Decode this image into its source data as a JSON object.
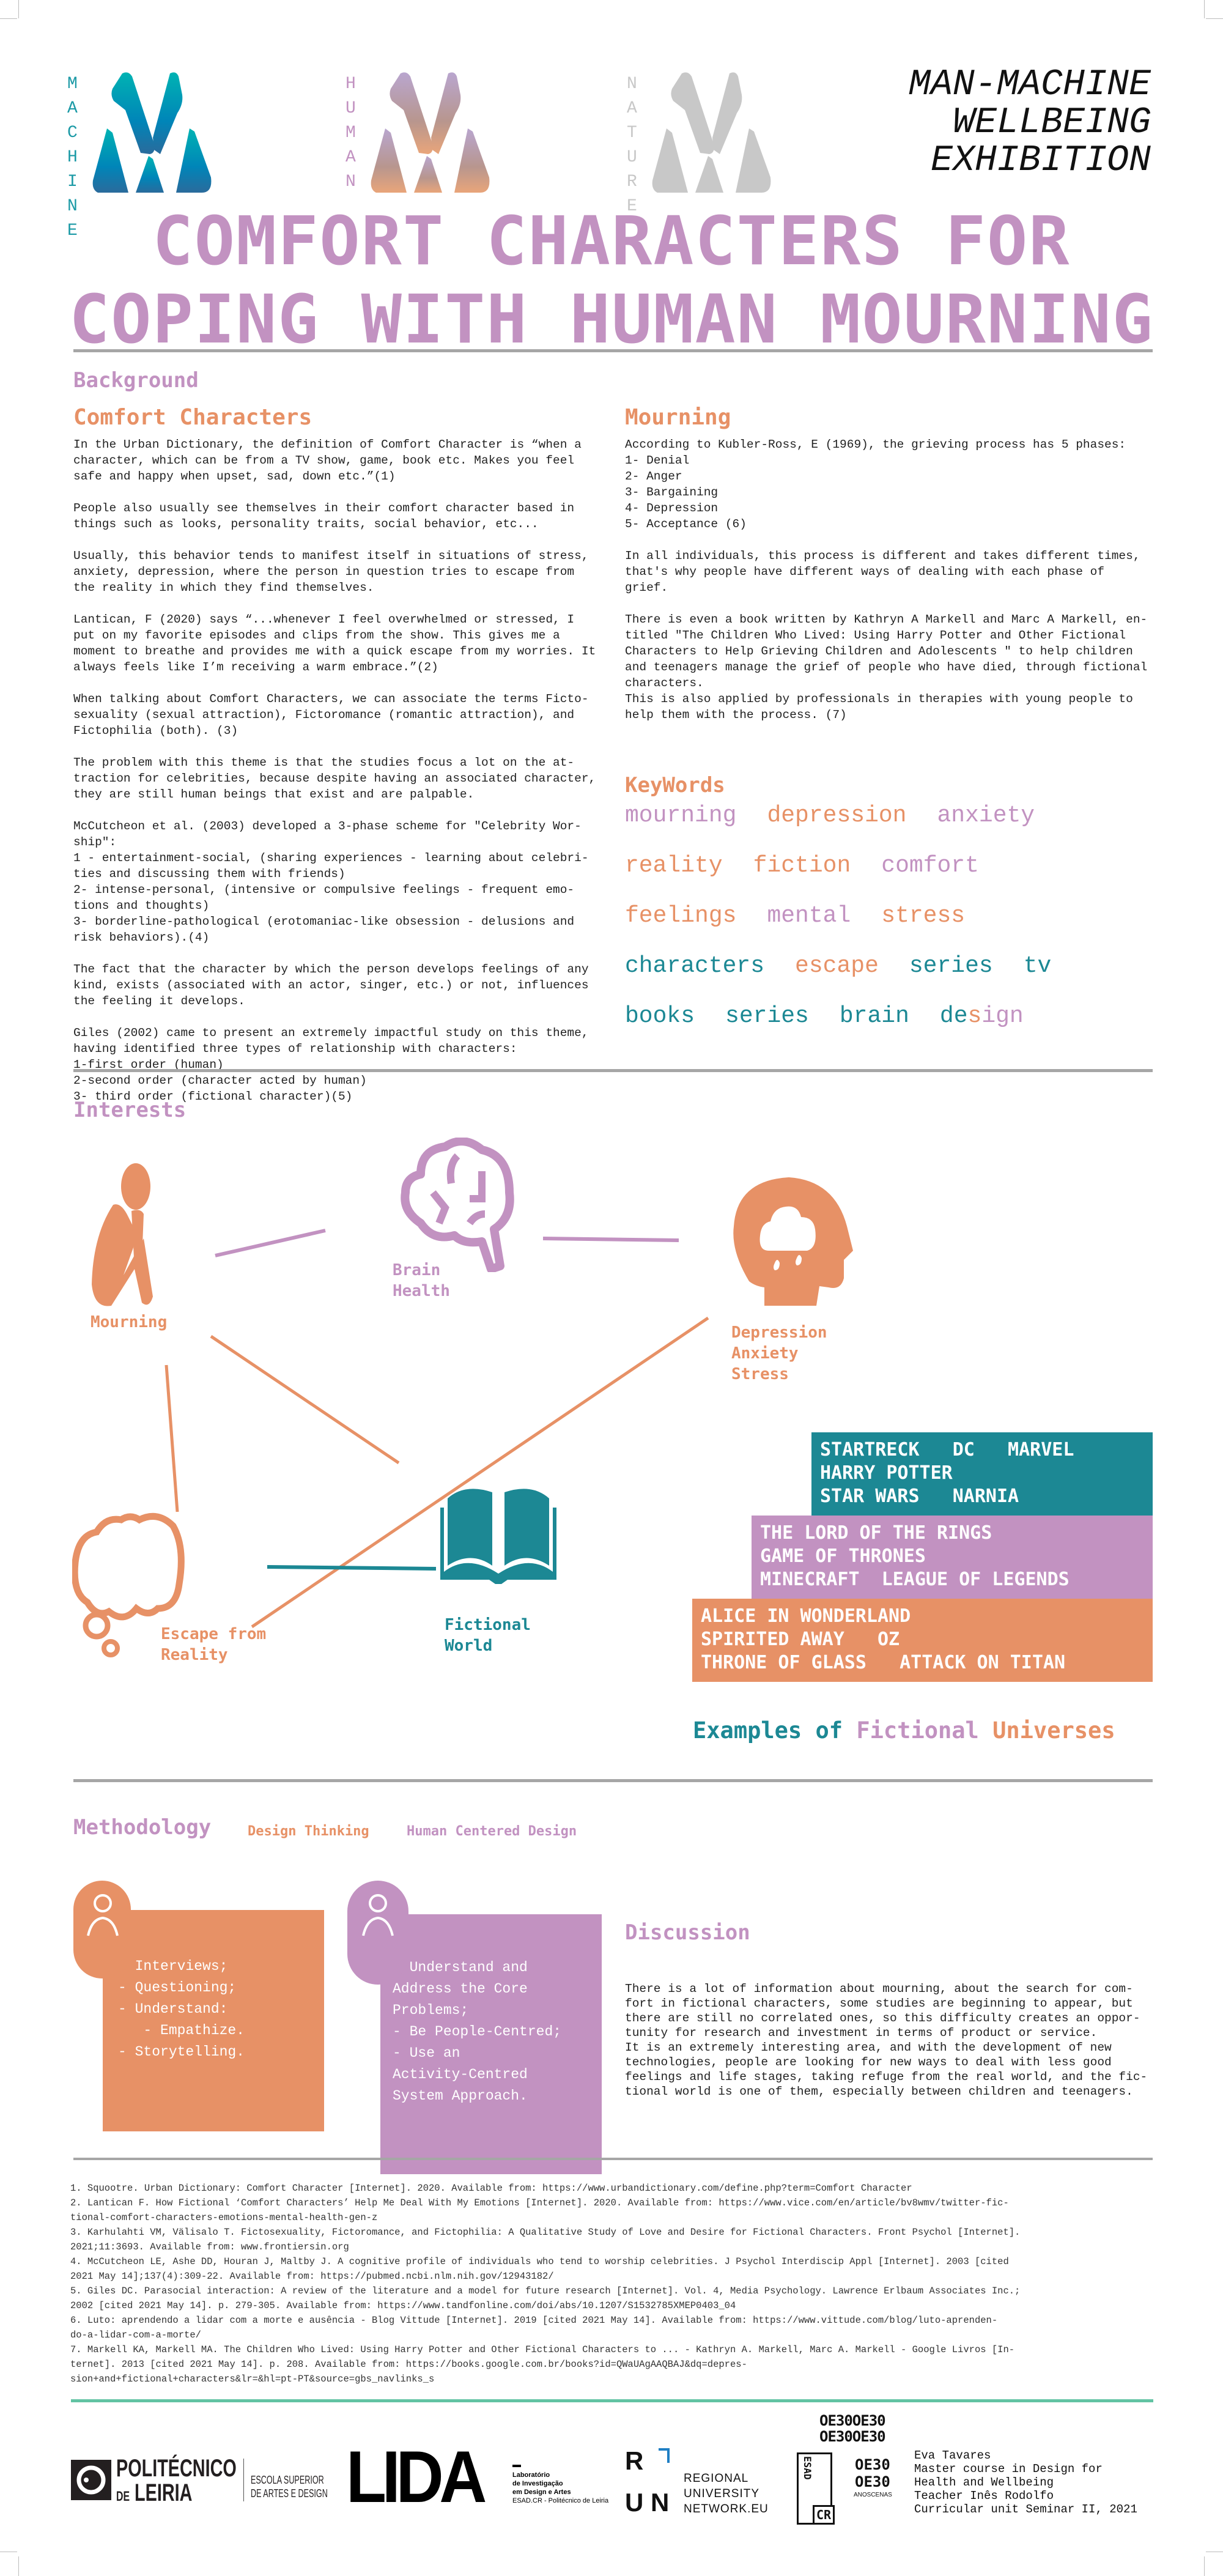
{
  "header": {
    "logos": [
      {
        "label": "MACHINE",
        "letters": [
          "M",
          "A",
          "C",
          "H",
          "I",
          "N",
          "E"
        ],
        "color": "#1c9aa6"
      },
      {
        "label": "HUMAN",
        "letters": [
          "H",
          "U",
          "M",
          "A",
          "N"
        ],
        "color": "#c292c1"
      },
      {
        "label": "NATURE",
        "letters": [
          "N",
          "A",
          "T",
          "U",
          "R",
          "E"
        ],
        "color": "#c8c8c8"
      }
    ],
    "exhibition_title": [
      "MAN-MACHINE",
      "WELLBEING",
      "EXHIBITION"
    ],
    "main_title": [
      "COMFORT CHARACTERS FOR",
      "COPING WITH HUMAN MOURNING"
    ]
  },
  "colors": {
    "purple": "#c292c1",
    "orange": "#e79166",
    "teal": "#1c8894",
    "divider": "#a6a6a6",
    "footer_line": "#62c3a3"
  },
  "background": {
    "heading": "Background",
    "comfort_characters": {
      "heading": "Comfort Characters",
      "paragraphs": [
        "In the Urban Dictionary, the definition of Comfort Character is “when a\ncharacter, which can be from a TV show, game, book etc. Makes you feel\nsafe and happy when upset, sad, down etc.”(1)",
        "People also usually see themselves in their comfort character based in\nthings such as looks, personality traits, social behavior, etc...",
        "Usually, this behavior tends to manifest itself in situations of stress,\nanxiety, depression, where the person in question tries to escape from\nthe reality in which they find themselves.",
        "Lantican, F (2020) says “...whenever I feel overwhelmed or stressed, I\nput on my favorite episodes and clips from the show. This gives me a\nmoment to breathe and provides me with a quick escape from my worries. It\nalways feels like I’m receiving a warm embrace.”(2)",
        "When talking about Comfort Characters, we can associate the terms Ficto-\nsexuality (sexual attraction), Fictoromance (romantic attraction), and\nFictophilia (both). (3)",
        "The problem with this theme is that the studies focus a lot on the at-\ntraction for celebrities, because despite having an associated character,\nthey are still human beings that exist and are palpable.",
        "McCutcheon et al. (2003) developed a 3-phase scheme for \"Celebrity Wor-\nship\":\n1 - entertainment-social, (sharing experiences - learning about celebri-\nties and discussing them with friends)\n2- intense-personal, (intensive or compulsive feelings - frequent emo-\ntions and thoughts)\n3- borderline-pathological (erotomaniac-like obsession - delusions and\nrisk behaviors).(4)",
        "The fact that the character by which the person develops feelings of any\nkind, exists (associated with an actor, singer, etc.) or not, influences\nthe feeling it develops.",
        "Giles (2002) came to present an extremely impactful study on this theme,\nhaving identified three types of relationship with characters:\n1-first order (human)\n2-second order (character acted by human)\n3- third order (fictional character)(5)"
      ]
    },
    "mourning": {
      "heading": "Mourning",
      "paragraphs": [
        "According to Kubler-Ross, E (1969), the grieving process has 5 phases:\n1- Denial\n2- Anger\n3- Bargaining\n4- Depression\n5- Acceptance (6)",
        "In all individuals, this process is different and takes different times,\nthat's why people have different ways of dealing with each phase of\ngrief.",
        "There is even a book written by Kathryn A Markell and Marc A Markell, en-\ntitled \"The Children Who Lived: Using Harry Potter and Other Fictional\nCharacters to Help Grieving Children and Adolescents \" to help children\nand teenagers manage the grief of people who have died, through fictional\ncharacters.\nThis is also applied by professionals in therapies with young people to\nhelp them with the process. (7)"
      ]
    },
    "keywords": {
      "heading": "KeyWords",
      "rows": [
        [
          {
            "text": "mourning",
            "color": "purple"
          },
          {
            "text": "depression",
            "color": "orange"
          },
          {
            "text": "anxiety",
            "color": "purple"
          }
        ],
        [
          {
            "text": "reality",
            "color": "orange"
          },
          {
            "text": "fiction",
            "color": "orange"
          },
          {
            "text": "comfort",
            "color": "purple"
          }
        ],
        [
          {
            "text": "feelings",
            "color": "orange"
          },
          {
            "text": "mental",
            "color": "purple"
          },
          {
            "text": "stress",
            "color": "orange"
          }
        ],
        [
          {
            "text": "characters",
            "color": "teal"
          },
          {
            "text": "escape",
            "color": "orange"
          },
          {
            "text": "series",
            "color": "teal"
          },
          {
            "text": "tv",
            "color": "teal"
          }
        ],
        [
          {
            "text": "books",
            "color": "teal"
          },
          {
            "text": "series",
            "color": "teal"
          },
          {
            "text": "brain",
            "color": "teal"
          }
        ]
      ],
      "design_word": {
        "de": "de",
        "s": "s",
        "ign": "ign"
      }
    }
  },
  "interests": {
    "heading": "Interests",
    "nodes": {
      "mourning": {
        "label": "Mourning",
        "icon": "sitting-person-icon"
      },
      "brain": {
        "label": "Brain\nHealth",
        "icon": "brain-icon"
      },
      "depression": {
        "label": "Depression\nAnxiety\nStress",
        "icon": "head-raincloud-icon"
      },
      "escape": {
        "label": "Escape from\nReality",
        "icon": "thought-cloud-icon"
      },
      "fictional": {
        "label": "Fictional\nWorld",
        "icon": "open-book-icon"
      }
    }
  },
  "universes": {
    "boxes": [
      {
        "lines": "STARTRECK   DC   MARVEL\nHARRY POTTER\nSTAR WARS   NARNIA",
        "color": "#1c8894"
      },
      {
        "lines": "THE LORD OF THE RINGS\nGAME OF THRONES\nMINECRAFT  LEAGUE OF LEGENDS",
        "color": "#c292c1"
      },
      {
        "lines": "ALICE IN WONDERLAND\nSPIRITED AWAY   OZ\nTHRONE OF GLASS   ATTACK ON TITAN",
        "color": "#e79166"
      }
    ],
    "caption": {
      "w1": "Examples",
      "w2": "of",
      "w3": "Fictional",
      "w4": "Universes"
    }
  },
  "methodology": {
    "heading": "Methodology",
    "tag1": "Design Thinking",
    "tag2": "Human Centered Design",
    "card1": "- Interviews;\n- Questioning;\n- Understand:\n   - Empathize.\n- Storytelling.",
    "card2": "- Understand and\nAddress the Core\nProblems;\n- Be People-Centred;\n- Use an\nActivity-Centred\nSystem Approach."
  },
  "discussion": {
    "heading": "Discussion",
    "text": "There is a lot of information about mourning, about the search for com-\nfort in fictional characters, some studies are beginning to appear, but\nthere are still no correlated ones, so this difficulty creates an oppor-\ntunity for research and investment in terms of product or service.\nIt is an extremely interesting area, and with the development of new\ntechnologies, people are looking for new ways to deal with less good\nfeelings and life stages, taking refuge from the real world, and the fic-\ntional world is one of them, especially between children and teenagers."
  },
  "references": [
    "1. Squootre. Urban Dictionary: Comfort Character [Internet]. 2020. Available from: https://www.urbandictionary.com/define.php?term=Comfort Character",
    "2. Lantican F. How Fictional ‘Comfort Characters’ Help Me Deal With My Emotions [Internet]. 2020. Available from: https://www.vice.com/en/article/bv8wmv/twitter-fic-\ntional-comfort-characters-emotions-mental-health-gen-z",
    "3. Karhulahti VM, Välisalo T. Fictosexuality, Fictoromance, and Fictophilia: A Qualitative Study of Love and Desire for Fictional Characters. Front Psychol [Internet].\n2021;11:3693. Available from: www.frontiersin.org",
    "4. McCutcheon LE, Ashe DD, Houran J, Maltby J. A cognitive profile of individuals who tend to worship celebrities. J Psychol Interdiscip Appl [Internet]. 2003 [cited\n2021 May 14];137(4):309-22. Available from: https://pubmed.ncbi.nlm.nih.gov/12943182/",
    "5. Giles DC. Parasocial interaction: A review of the literature and a model for future research [Internet]. Vol. 4, Media Psychology. Lawrence Erlbaum Associates Inc.;\n2002 [cited 2021 May 14]. p. 279-305. Available from: https://www.tandfonline.com/doi/abs/10.1207/S1532785XMEP0403_04",
    "6. Luto: aprendendo a lidar com a morte e ausência - Blog Vittude [Internet]. 2019 [cited 2021 May 14]. Available from: https://www.vittude.com/blog/luto-aprenden-\ndo-a-lidar-com-a-morte/",
    "7. Markell KA, Markell MA. The Children Who Lived: Using Harry Potter and Other Fictional Characters to ... - Kathryn A. Markell, Marc A. Markell - Google Livros [In-\nternet]. 2013 [cited 2021 May 14]. p. 208. Available from: https://books.google.com.br/books?id=QWaUAgAAQBAJ&dq=depres-\nsion+and+fictional+characters&lr=&hl=pt-PT&source=gbs_navlinks_s"
  ],
  "footer": {
    "politecnico": {
      "line1": "POLITÉCNICO",
      "line2_small": "DE",
      "line2": "LEIRIA",
      "school1": "ESCOLA SUPERIOR",
      "school2": "DE ARTES E DESIGN"
    },
    "lida": {
      "mark": "LIDA",
      "sub": [
        "Laboratório",
        "de Investigação",
        "em Design e Artes",
        "ESAD.CR - Politécnico de Leiria"
      ]
    },
    "run": {
      "r": "R",
      "u": "U",
      "n": "N",
      "text": [
        "REGIONAL",
        "UNIVERSITY",
        "NETWORK.EU"
      ]
    },
    "esad": {
      "rows": [
        "OE30OE30",
        "OE30OE30",
        "OE30",
        "OE30"
      ],
      "side": "ESAD",
      "cr": "CR",
      "anos": "ANOSCENAS"
    },
    "credits": "Eva Tavares\nMaster course in Design for\nHealth and Wellbeing\nTeacher Inês Rodolfo\nCurricular unit Seminar II, 2021"
  }
}
